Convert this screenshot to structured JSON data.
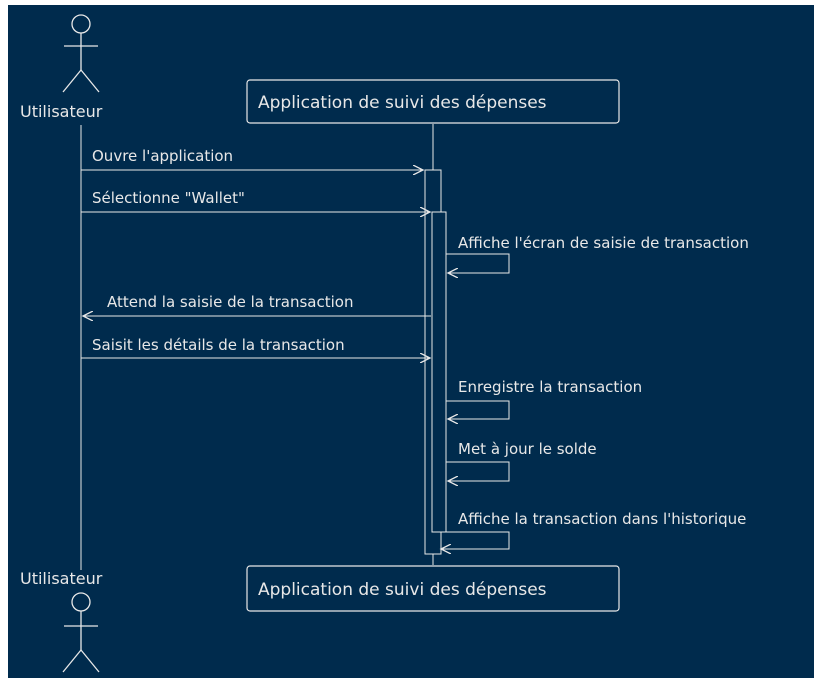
{
  "colors": {
    "background": "#002b4d",
    "foreground": "#e8e8e8"
  },
  "participants": {
    "user": "Utilisateur",
    "app": "Application de suivi des dépenses"
  },
  "messages": [
    {
      "label": "Ouvre l'application",
      "from": "user",
      "to": "app"
    },
    {
      "label": "Sélectionne \"Wallet\"",
      "from": "user",
      "to": "app"
    },
    {
      "label": "Affiche l'écran de saisie de transaction",
      "from": "app",
      "to": "app"
    },
    {
      "label": "Attend la saisie de la transaction",
      "from": "app",
      "to": "user"
    },
    {
      "label": "Saisit les détails de la transaction",
      "from": "user",
      "to": "app"
    },
    {
      "label": "Enregistre la transaction",
      "from": "app",
      "to": "app"
    },
    {
      "label": "Met à jour le solde",
      "from": "app",
      "to": "app"
    },
    {
      "label": "Affiche la transaction dans l'historique",
      "from": "app",
      "to": "app"
    }
  ]
}
